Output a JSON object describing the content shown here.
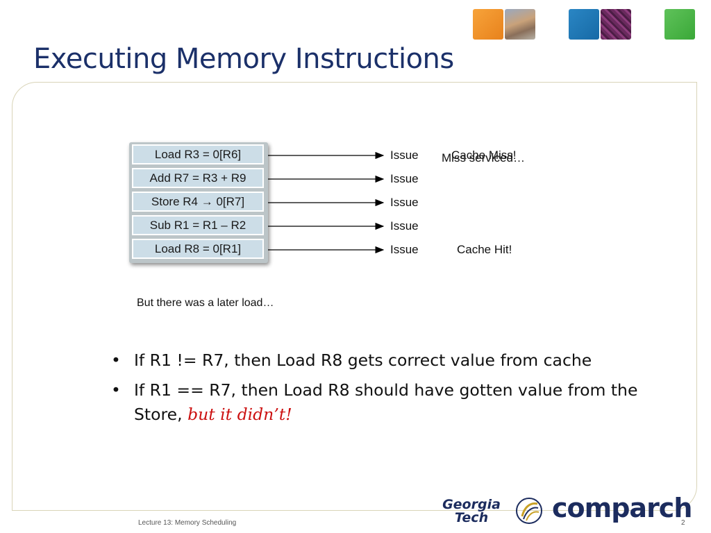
{
  "title": "Executing Memory Instructions",
  "instructions": [
    "Load R3 = 0[R6]",
    "Add R7 = R3 + R9",
    "Store R4 → 0[R7]",
    "Sub R1 = R1 – R2",
    "Load R8 = 0[R1]"
  ],
  "issue_label": "Issue",
  "notes": {
    "cache_miss": "Cache Miss!",
    "miss_serviced": "Miss serviced…",
    "cache_hit": "Cache Hit!"
  },
  "later_load_note": "But there was a later load…",
  "bullets": [
    {
      "text": "If R1 != R7, then Load R8 gets correct value from cache",
      "emphasis": ""
    },
    {
      "text": "If R1 == R7, then Load R8 should have gotten value from the Store, ",
      "emphasis": "but it didn’t!"
    }
  ],
  "bullet_symbol": "•",
  "footer": {
    "lecture": "Lecture 13: Memory Scheduling",
    "page_number": "2"
  },
  "logos": {
    "gt_line1": "Georgia",
    "gt_line2": "Tech",
    "comparch": "comparch"
  },
  "colors": {
    "title": "#1b3069",
    "emphasis": "#cc1111",
    "instr_fill": "#ccdde7",
    "logo_navy": "#1c2c5e"
  }
}
